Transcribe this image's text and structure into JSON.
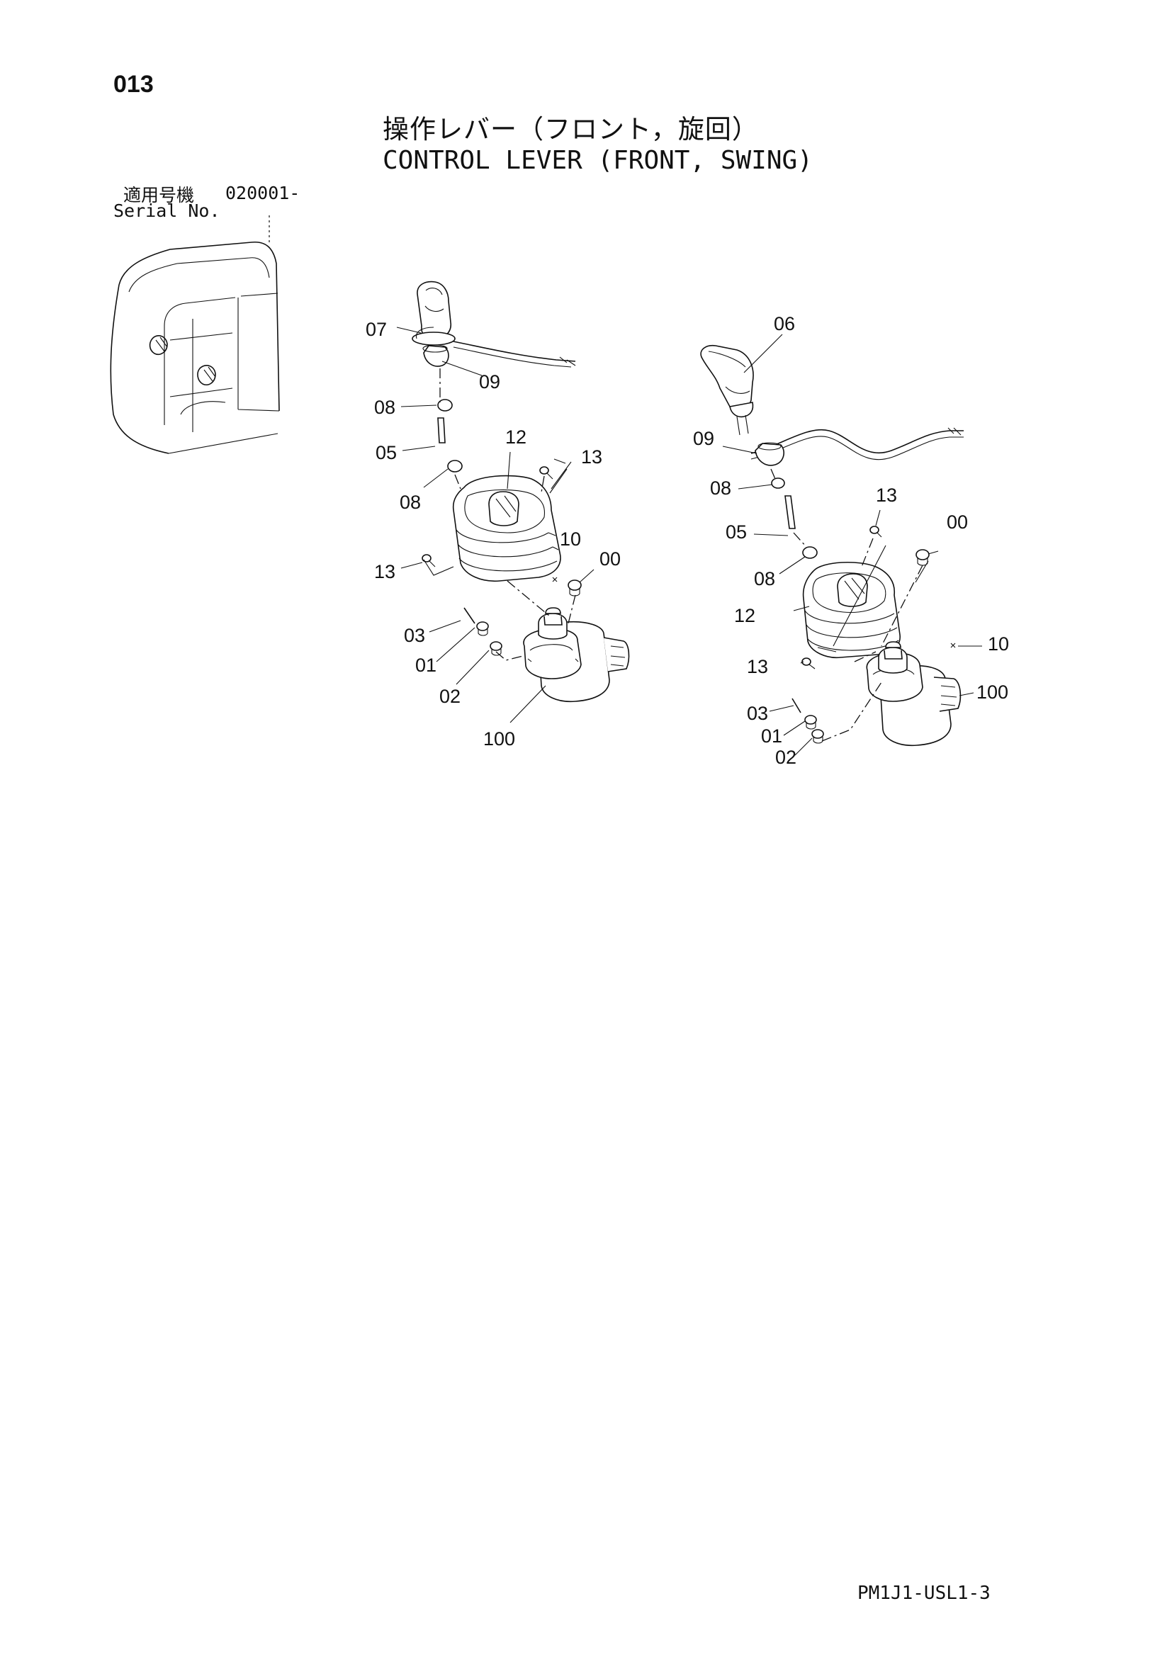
{
  "page_number": "013",
  "title_jp": "操作レバー（フロント，旋回）",
  "title_en": "CONTROL LEVER (FRONT, SWING)",
  "serial": {
    "label_jp": "適用号機",
    "range": "020001-",
    "label_en": "Serial No."
  },
  "doc_code": "PM1J1-USL1-3",
  "left_assembly": {
    "callouts": {
      "c07": "07",
      "c09": "09",
      "c08a": "08",
      "c05": "05",
      "c08b": "08",
      "c12": "12",
      "c13a": "13",
      "c13b": "13",
      "c10": "10",
      "c00": "00",
      "c03": "03",
      "c01": "01",
      "c02": "02",
      "c100": "100"
    }
  },
  "right_assembly": {
    "callouts": {
      "c06": "06",
      "c09": "09",
      "c08a": "08",
      "c13a": "13",
      "c00": "00",
      "c05": "05",
      "c08b": "08",
      "c12": "12",
      "c10": "10",
      "c13b": "13",
      "c100": "100",
      "c03": "03",
      "c01": "01",
      "c02": "02"
    }
  }
}
